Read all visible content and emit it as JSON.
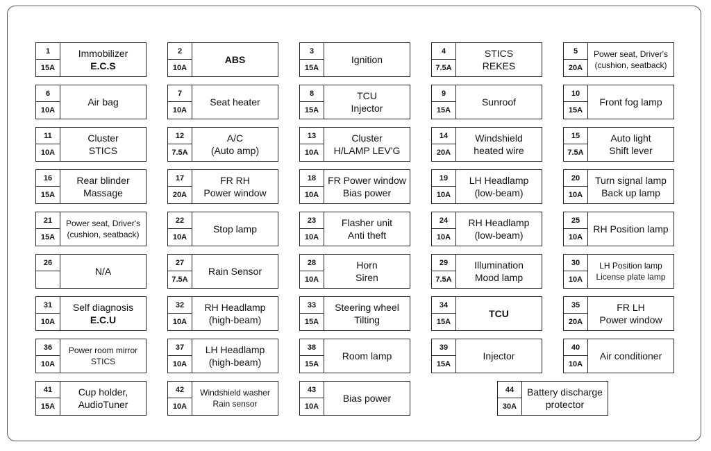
{
  "fuses": [
    {
      "num": "1",
      "amp": "15A",
      "lines": [
        "Immobilizer",
        "E.C.S"
      ],
      "bold": [
        1
      ]
    },
    {
      "num": "2",
      "amp": "10A",
      "lines": [
        "ABS"
      ],
      "bold": [
        0
      ]
    },
    {
      "num": "3",
      "amp": "15A",
      "lines": [
        "Ignition"
      ]
    },
    {
      "num": "4",
      "amp": "7.5A",
      "lines": [
        "STICS",
        "REKES"
      ]
    },
    {
      "num": "5",
      "amp": "20A",
      "lines": [
        "Power seat, Driver's",
        "(cushion, seatback)"
      ],
      "small": true
    },
    {
      "num": "6",
      "amp": "10A",
      "lines": [
        "Air bag"
      ]
    },
    {
      "num": "7",
      "amp": "10A",
      "lines": [
        "Seat heater"
      ]
    },
    {
      "num": "8",
      "amp": "15A",
      "lines": [
        "TCU",
        "Injector"
      ]
    },
    {
      "num": "9",
      "amp": "15A",
      "lines": [
        "Sunroof"
      ]
    },
    {
      "num": "10",
      "amp": "15A",
      "lines": [
        "Front fog lamp"
      ]
    },
    {
      "num": "11",
      "amp": "10A",
      "lines": [
        "Cluster",
        "STICS"
      ]
    },
    {
      "num": "12",
      "amp": "7.5A",
      "lines": [
        "A/C",
        "(Auto amp)"
      ]
    },
    {
      "num": "13",
      "amp": "10A",
      "lines": [
        "Cluster",
        "H/LAMP LEV'G"
      ]
    },
    {
      "num": "14",
      "amp": "20A",
      "lines": [
        "Windshield",
        "heated wire"
      ]
    },
    {
      "num": "15",
      "amp": "7.5A",
      "lines": [
        "Auto light",
        "Shift lever"
      ]
    },
    {
      "num": "16",
      "amp": "15A",
      "lines": [
        "Rear blinder",
        "Massage"
      ]
    },
    {
      "num": "17",
      "amp": "20A",
      "lines": [
        "FR RH",
        "Power window"
      ]
    },
    {
      "num": "18",
      "amp": "10A",
      "lines": [
        "FR Power window",
        "Bias power"
      ]
    },
    {
      "num": "19",
      "amp": "10A",
      "lines": [
        "LH Headlamp",
        "(low-beam)"
      ]
    },
    {
      "num": "20",
      "amp": "10A",
      "lines": [
        "Turn signal lamp",
        "Back up lamp"
      ]
    },
    {
      "num": "21",
      "amp": "15A",
      "lines": [
        "Power seat, Driver's",
        "(cushion, seatback)"
      ],
      "small": true
    },
    {
      "num": "22",
      "amp": "10A",
      "lines": [
        "Stop lamp"
      ]
    },
    {
      "num": "23",
      "amp": "10A",
      "lines": [
        "Flasher unit",
        "Anti theft"
      ]
    },
    {
      "num": "24",
      "amp": "10A",
      "lines": [
        "RH Headlamp",
        "(low-beam)"
      ]
    },
    {
      "num": "25",
      "amp": "10A",
      "lines": [
        "RH Position lamp"
      ]
    },
    {
      "num": "26",
      "amp": "",
      "lines": [
        "N/A"
      ]
    },
    {
      "num": "27",
      "amp": "7.5A",
      "lines": [
        "Rain Sensor"
      ]
    },
    {
      "num": "28",
      "amp": "10A",
      "lines": [
        "Horn",
        "Siren"
      ]
    },
    {
      "num": "29",
      "amp": "7.5A",
      "lines": [
        "Illumination",
        "Mood lamp"
      ]
    },
    {
      "num": "30",
      "amp": "10A",
      "lines": [
        "LH Position lamp",
        "License plate lamp"
      ],
      "small": true
    },
    {
      "num": "31",
      "amp": "10A",
      "lines": [
        "Self diagnosis",
        "E.C.U"
      ],
      "bold": [
        1
      ]
    },
    {
      "num": "32",
      "amp": "10A",
      "lines": [
        "RH Headlamp",
        "(high-beam)"
      ]
    },
    {
      "num": "33",
      "amp": "15A",
      "lines": [
        "Steering wheel",
        "Tilting"
      ]
    },
    {
      "num": "34",
      "amp": "15A",
      "lines": [
        "TCU"
      ],
      "bold": [
        0
      ]
    },
    {
      "num": "35",
      "amp": "20A",
      "lines": [
        "FR LH",
        "Power window"
      ]
    },
    {
      "num": "36",
      "amp": "10A",
      "lines": [
        "Power room mirror",
        "STICS"
      ],
      "small": true
    },
    {
      "num": "37",
      "amp": "10A",
      "lines": [
        "LH Headlamp",
        "(high-beam)"
      ]
    },
    {
      "num": "38",
      "amp": "15A",
      "lines": [
        "Room lamp"
      ]
    },
    {
      "num": "39",
      "amp": "15A",
      "lines": [
        "Injector"
      ]
    },
    {
      "num": "40",
      "amp": "10A",
      "lines": [
        "Air conditioner"
      ]
    },
    {
      "num": "41",
      "amp": "15A",
      "lines": [
        "Cup holder,",
        "AudioTuner"
      ]
    },
    {
      "num": "42",
      "amp": "10A",
      "lines": [
        "Windshield washer",
        "Rain sensor"
      ],
      "small": true
    },
    {
      "num": "43",
      "amp": "10A",
      "lines": [
        "Bias power"
      ]
    },
    {
      "num": "44",
      "amp": "30A",
      "lines": [
        "Battery discharge",
        "protector"
      ]
    }
  ]
}
